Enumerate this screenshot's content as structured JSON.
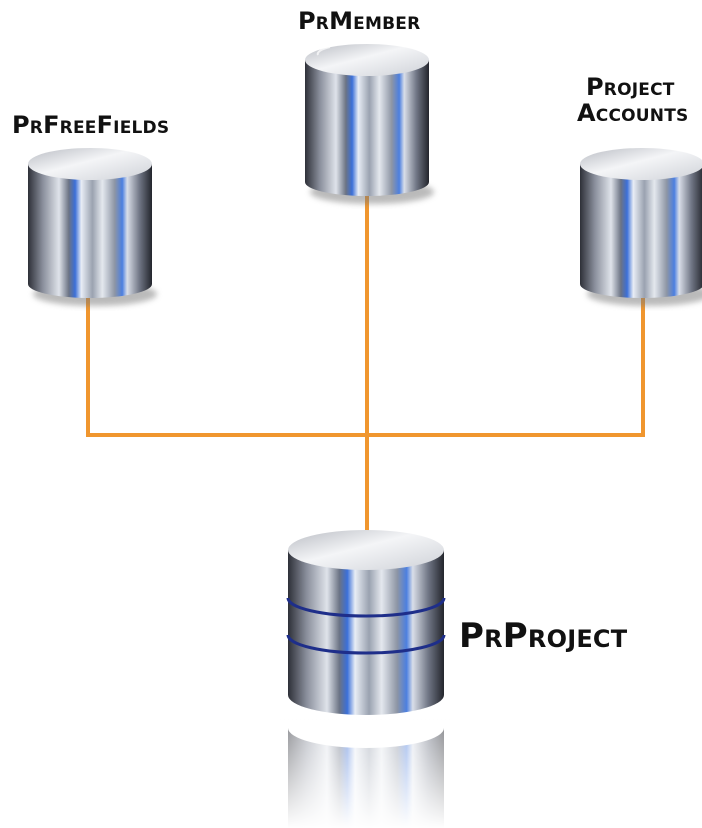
{
  "diagram": {
    "connector_color": "#F0962E",
    "nodes": {
      "prmember": {
        "label": "PrMember",
        "icon": "database-icon"
      },
      "prfreefields": {
        "label": "PrFreeFields",
        "icon": "database-icon"
      },
      "projectaccounts": {
        "label_line1": "Project",
        "label_line2": "Accounts",
        "icon": "database-icon"
      },
      "prproject": {
        "label": "PrProject",
        "icon": "database-stacked-icon"
      }
    }
  }
}
